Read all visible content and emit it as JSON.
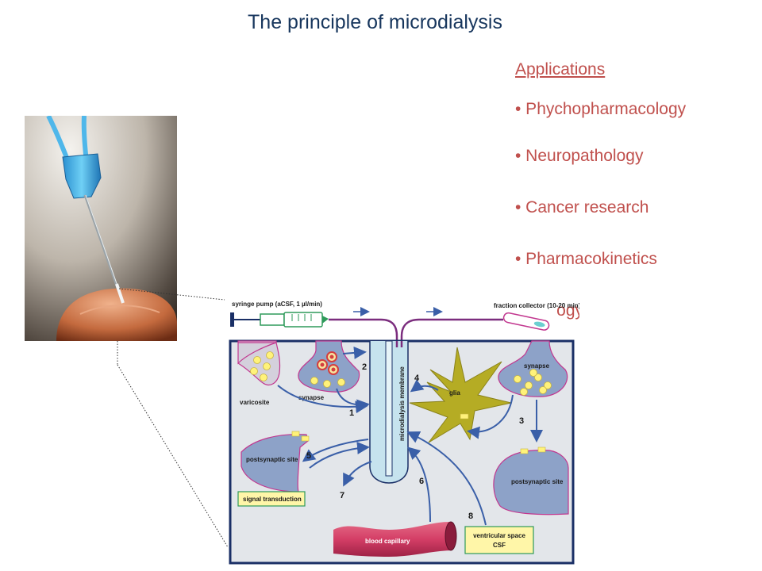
{
  "slide": {
    "title": "The principle of microdialysis"
  },
  "applications": {
    "heading": "Applications",
    "items": [
      "• Phychopharmacology",
      "• Neuropathology",
      "• Cancer research",
      "• Pharmacokinetics"
    ],
    "partially_hidden": [
      "ogy",
      "ogy"
    ]
  },
  "diagram": {
    "pump_label": "syringe pump (aCSF, 1 µl/min)",
    "collector_label": "fraction collector (10-20 min)",
    "membrane_label": "microdialysis membrane",
    "labels": {
      "varicosite": "varicosite",
      "synapse_left": "synapse",
      "synapse_right": "synapse",
      "glia": "glia",
      "postsynaptic_left": "postsynaptic site",
      "postsynaptic_right": "postsynaptic site",
      "signal_transduction": "signal transduction",
      "blood_capillary": "blood capillary",
      "ventricular_space": "ventricular space",
      "csf": "CSF"
    },
    "numbers": [
      "1",
      "2",
      "3",
      "4",
      "5",
      "6",
      "7",
      "8"
    ],
    "colors": {
      "tissue_bg": "#e3e6ea",
      "border": "#1a2f66",
      "neuron_fill": "#8da2c8",
      "neuron_edge": "#c2378f",
      "glia_fill": "#b5ac24",
      "tubing": "#7b2d7e",
      "capillary": "#d43e66",
      "arrow": "#3a5fa8",
      "label_box": "#fff6a8"
    }
  }
}
